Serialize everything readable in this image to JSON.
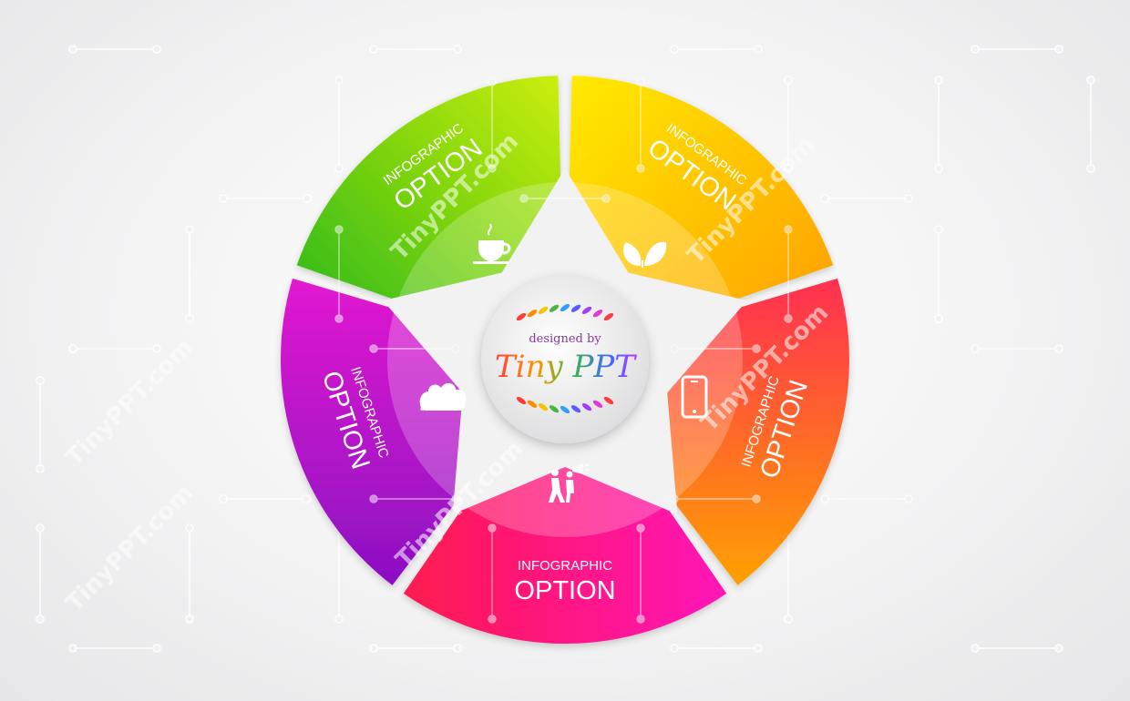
{
  "segments": [
    {
      "id": "green",
      "line1": "INFOGRAPHIC",
      "line2": "OPTION",
      "icon": "teacup-icon"
    },
    {
      "id": "yellow",
      "line1": "INFOGRAPHIC",
      "line2": "OPTION",
      "icon": "leaves-icon"
    },
    {
      "id": "orange",
      "line1": "INFOGRAPHIC",
      "line2": "OPTION",
      "icon": "smartphone-icon"
    },
    {
      "id": "pink",
      "line1": "INFOGRAPHIC",
      "line2": "OPTION",
      "icon": "people-megaphone-icon"
    },
    {
      "id": "purple",
      "line1": "INFOGRAPHIC",
      "line2": "OPTION",
      "icon": "bush-icon"
    }
  ],
  "logo": {
    "small": "designed by",
    "big": "Tiny PPT"
  },
  "watermark": "TinyPPT.com",
  "colors": {
    "green": [
      "#2fbf14",
      "#c8ec0a"
    ],
    "yellow": [
      "#ffe600",
      "#ffa400"
    ],
    "orange": [
      "#ff2d55",
      "#ffa000"
    ],
    "pink": [
      "#ff1e5a",
      "#ff14b4"
    ],
    "purple": [
      "#8a0fc0",
      "#e01ad0"
    ]
  }
}
